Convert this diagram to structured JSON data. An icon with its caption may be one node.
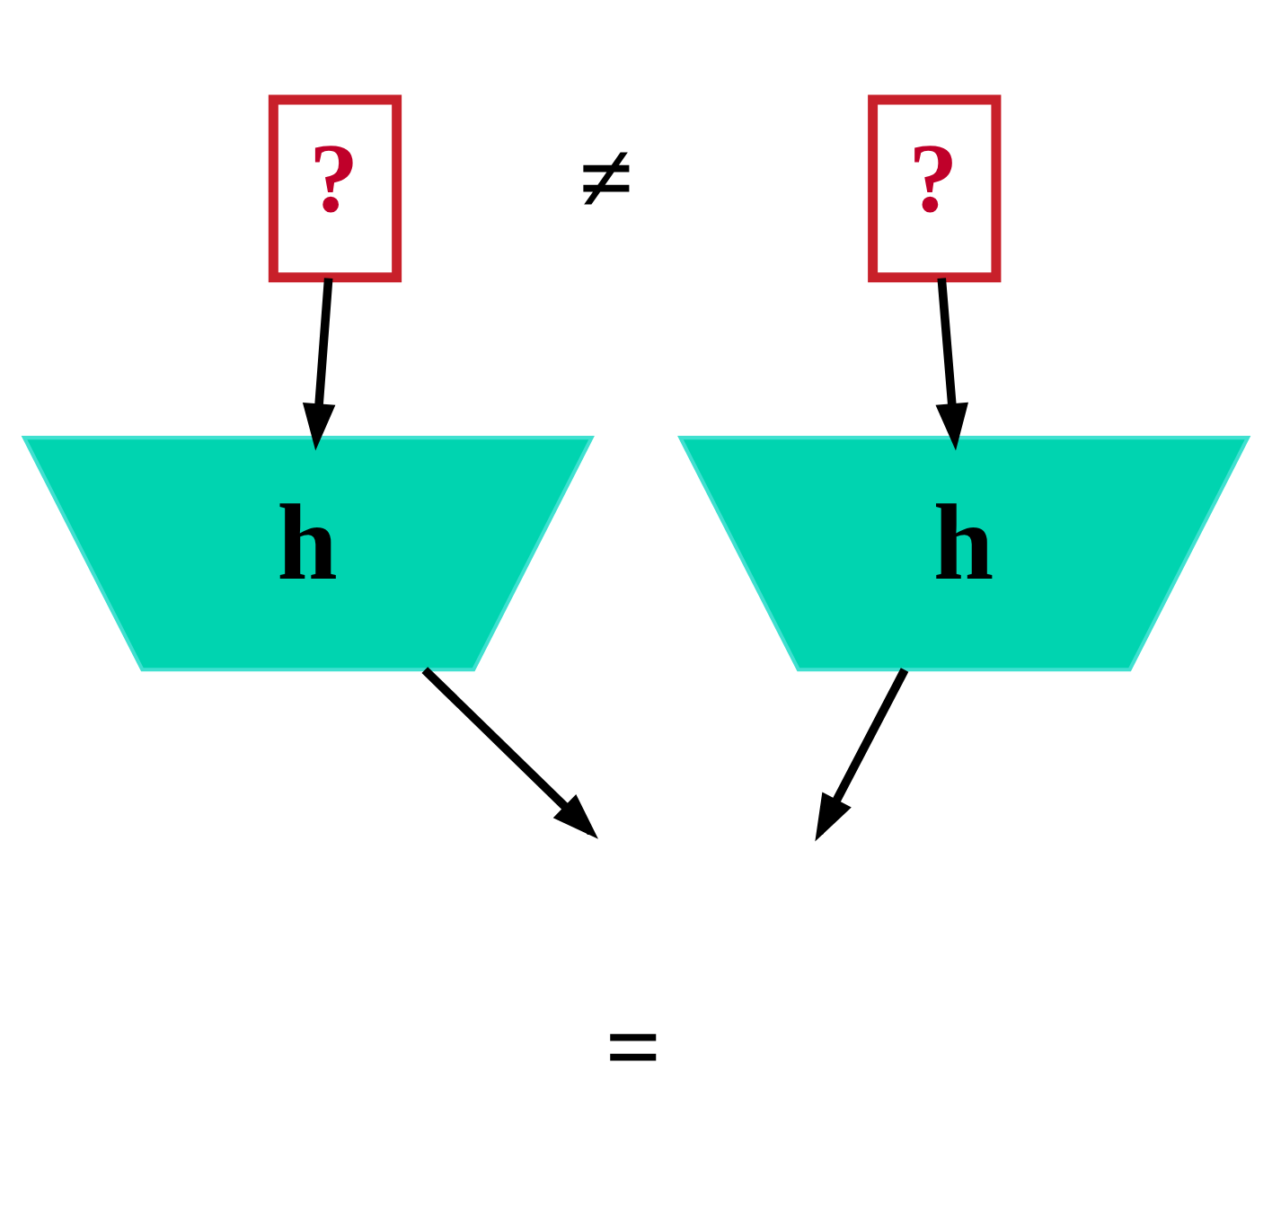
{
  "diagram": {
    "nodes": [
      {
        "text": [
          "?"
        ]
      },
      {
        "text": [
          "?"
        ]
      },
      {
        "text": [
          "h"
        ]
      },
      {
        "text": [
          "h"
        ]
      }
    ],
    "edges": [
      {
        "from": 0,
        "to": 2,
        "arrow": "to"
      },
      {
        "from": 1,
        "to": 3,
        "arrow": "to"
      },
      {
        "from": 2,
        "to": null,
        "arrow": "to"
      },
      {
        "from": 3,
        "to": null,
        "arrow": "to"
      }
    ],
    "labels": [
      "≠",
      "="
    ]
  }
}
